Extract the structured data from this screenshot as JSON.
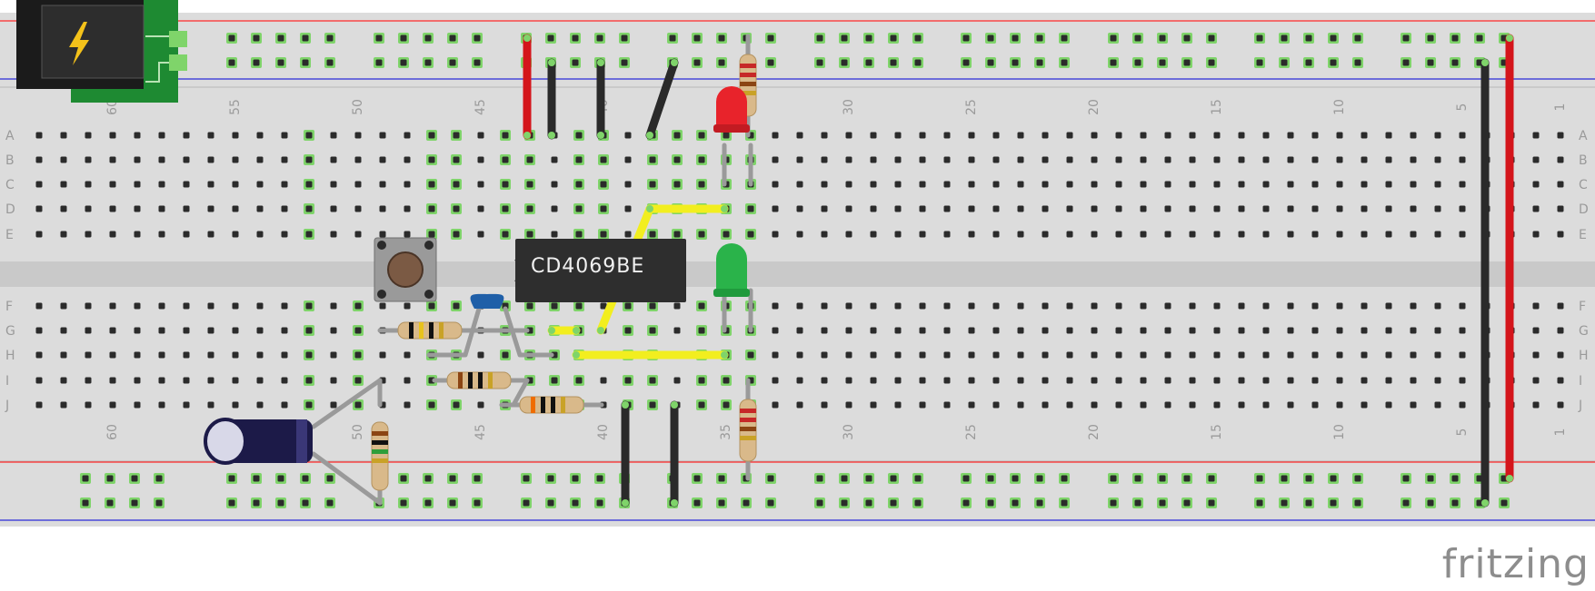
{
  "watermark": "fritzing",
  "colors": {
    "board": "#dcdcdc",
    "board_edge": "#cfcfcf",
    "channel": "#c9c9c9",
    "hole": "#2b2b2b",
    "hole_active": "#7fd46a",
    "rail_red": "#ff2a2a",
    "rail_blue": "#2b2bd9",
    "wire_red": "#d4151b",
    "wire_black": "#2a2a2a",
    "wire_yellow": "#f2ee1f",
    "leg": "#9a9a9a",
    "chip": "#2e2e2e",
    "label": "#9a9a9a"
  },
  "breadboard": {
    "row_labels": [
      "A",
      "B",
      "C",
      "D",
      "E",
      "F",
      "G",
      "H",
      "I",
      "J"
    ],
    "column_labels": [
      "1",
      "5",
      "10",
      "15",
      "20",
      "25",
      "30",
      "35",
      "40",
      "45",
      "50",
      "55",
      "60"
    ]
  },
  "components": {
    "ic_label": "CD4069BE",
    "power_jack_icon": "lightning-bolt-icon"
  }
}
